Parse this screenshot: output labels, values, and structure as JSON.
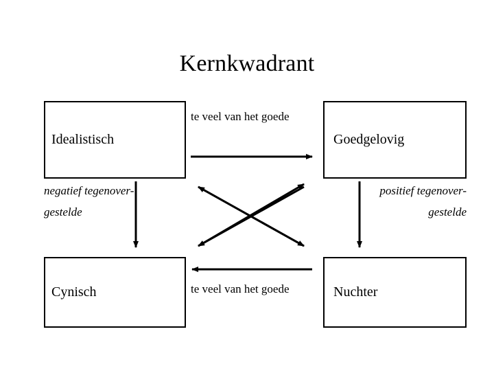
{
  "slide": {
    "title": "Kernkwadrant",
    "background_color": "#ffffff",
    "line_color": "#000000"
  },
  "quadrants": {
    "top_left": "Idealistisch",
    "top_right": "Goedgelovig",
    "bottom_left": "Cynisch",
    "bottom_right": "Nuchter"
  },
  "captions": {
    "top": "te veel van het goede",
    "bottom": "te veel van het goede"
  },
  "side_labels": {
    "left": "negatief tegenover-gestelde",
    "right": "positief tegenover-gestelde"
  }
}
